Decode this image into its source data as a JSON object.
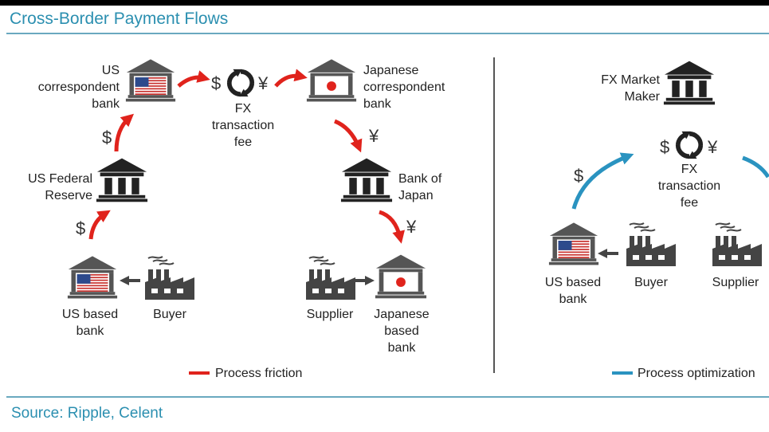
{
  "title": "Cross-Border Payment Flows",
  "source": "Source: Ripple, Celent",
  "colors": {
    "friction": "#e0231c",
    "optimization": "#2a93c0",
    "title": "#2b8fb0",
    "icon": "#222222"
  },
  "left_panel": {
    "us_correspondent_bank": "US\ncorrespondent\nbank",
    "fx_fee": "FX\ntransaction\nfee",
    "japanese_correspondent_bank": "Japanese\ncorrespondent\nbank",
    "us_federal_reserve": "US Federal\nReserve",
    "bank_of_japan": "Bank of\nJapan",
    "us_based_bank": "US based\nbank",
    "buyer": "Buyer",
    "supplier": "Supplier",
    "japanese_based_bank": "Japanese\nbased\nbank",
    "legend": "Process friction",
    "dollar": "$",
    "yen": "¥"
  },
  "right_panel": {
    "fx_market_maker": "FX Market\nMaker",
    "fx_fee": "FX\ntransaction\nfee",
    "us_based_bank": "US based\nbank",
    "buyer": "Buyer",
    "supplier": "Supplier",
    "legend": "Process optimization",
    "dollar": "$",
    "yen": "¥"
  },
  "icons": [
    "bank-us-flag-icon",
    "bank-japan-flag-icon",
    "bank-icon",
    "factory-icon",
    "exchange-cycle-icon",
    "arrow-icon"
  ]
}
